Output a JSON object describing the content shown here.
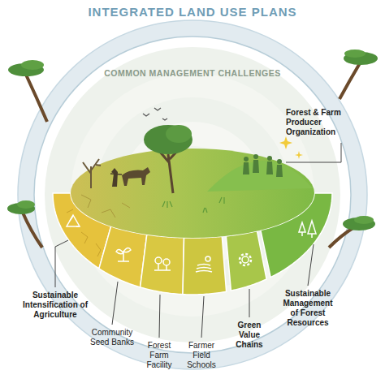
{
  "diagram": {
    "title": "INTEGRATED LAND USE PLANS",
    "labels": [
      "COMMON MANAGEMENT CHALLENGES",
      "Forest & Farm Producer Organization",
      "Sustainable Management of Forest Resources",
      "Sustainable Intensification of Agriculture",
      "Community Seed Banks",
      "Forest Farm Facility",
      "Farmer Field Schools",
      "Green Value Chains"
    ]
  }
}
